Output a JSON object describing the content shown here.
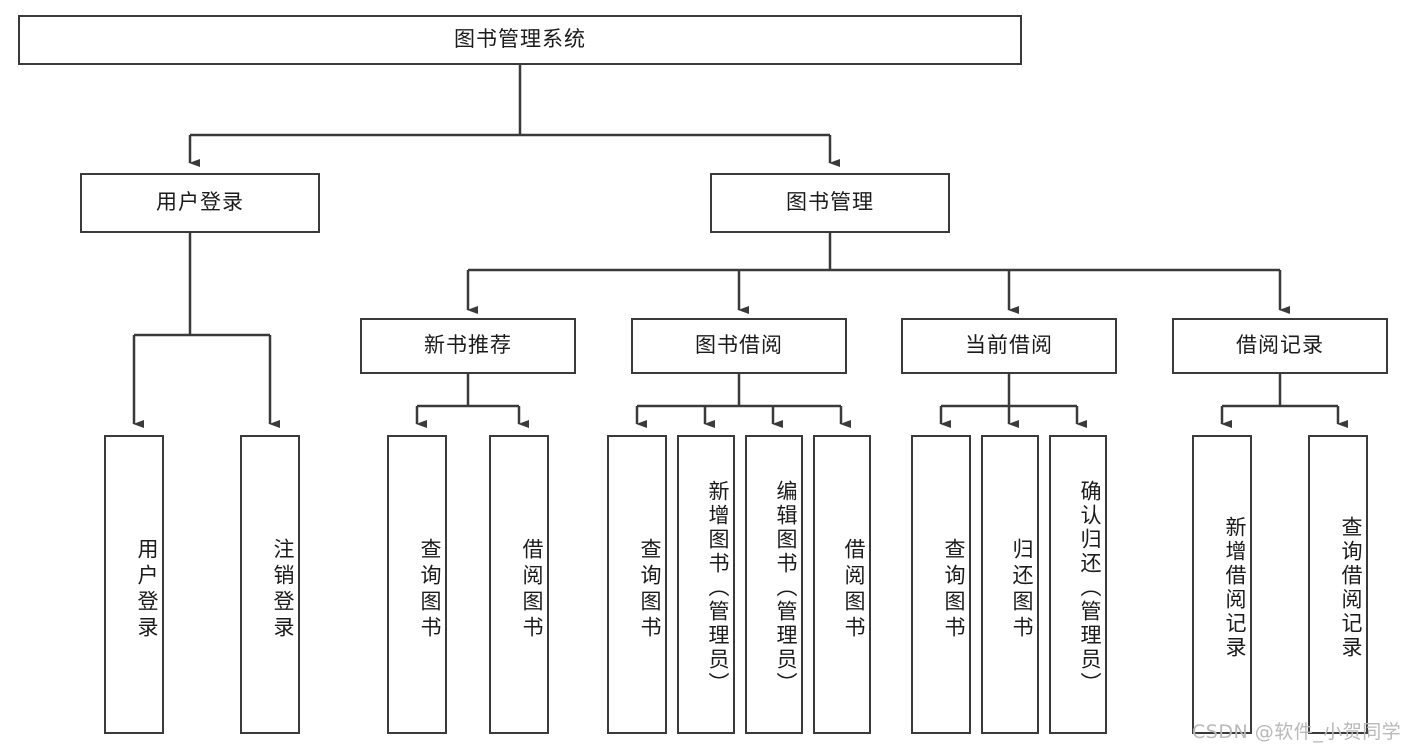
{
  "diagram": {
    "title": "图书管理系统",
    "type": "tree-hierarchy-chart",
    "root": {
      "id": "root",
      "label": "图书管理系统"
    },
    "level2": [
      {
        "id": "user-login",
        "label": "用户登录"
      },
      {
        "id": "book-management",
        "label": "图书管理"
      }
    ],
    "level3": [
      {
        "id": "new-book-recommend",
        "label": "新书推荐",
        "parent": "book-management"
      },
      {
        "id": "book-borrow",
        "label": "图书借阅",
        "parent": "book-management"
      },
      {
        "id": "current-borrow",
        "label": "当前借阅",
        "parent": "book-management"
      },
      {
        "id": "borrow-record",
        "label": "借阅记录",
        "parent": "book-management"
      }
    ],
    "leaves": [
      {
        "id": "leaf-user-login",
        "label": "用户登录",
        "parent": "user-login"
      },
      {
        "id": "leaf-logout-login",
        "label": "注销登录",
        "parent": "user-login"
      },
      {
        "id": "leaf-query-book-1",
        "label": "查询图书",
        "parent": "new-book-recommend"
      },
      {
        "id": "leaf-borrow-book-1",
        "label": "借阅图书",
        "parent": "new-book-recommend"
      },
      {
        "id": "leaf-query-book-2",
        "label": "查询图书",
        "parent": "book-borrow"
      },
      {
        "id": "leaf-add-book-admin",
        "label": "新增图书（管理员）",
        "parent": "book-borrow"
      },
      {
        "id": "leaf-edit-book-admin",
        "label": "编辑图书（管理员）",
        "parent": "book-borrow"
      },
      {
        "id": "leaf-borrow-book-2",
        "label": "借阅图书",
        "parent": "book-borrow"
      },
      {
        "id": "leaf-query-book-3",
        "label": "查询图书",
        "parent": "current-borrow"
      },
      {
        "id": "leaf-return-book",
        "label": "归还图书",
        "parent": "current-borrow"
      },
      {
        "id": "leaf-confirm-return-admin",
        "label": "确认归还（管理员）",
        "parent": "current-borrow"
      },
      {
        "id": "leaf-add-borrow-record",
        "label": "新增借阅记录",
        "parent": "borrow-record"
      },
      {
        "id": "leaf-query-borrow-record",
        "label": "查询借阅记录",
        "parent": "borrow-record"
      }
    ],
    "colors": {
      "stroke": "#3a3a3a",
      "fill": "#ffffff",
      "text": "#1b1b1b",
      "watermark": "#b9b9b9"
    }
  },
  "watermark": {
    "text": "CSDN @软件_小贺同学"
  }
}
